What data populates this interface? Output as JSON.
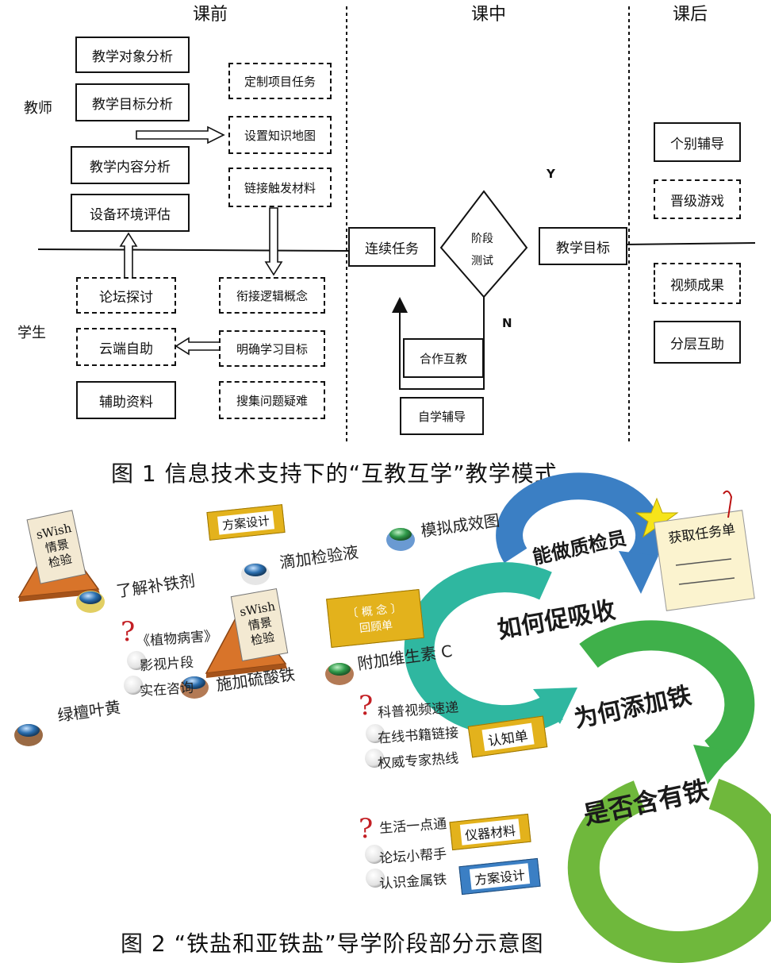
{
  "fig1": {
    "headers": {
      "pre": "课前",
      "in": "课中",
      "post": "课后"
    },
    "roles": {
      "teacher": "教师",
      "student": "学生"
    },
    "teacher_boxes": [
      "教学对象分析",
      "教学目标分析",
      "教学内容分析",
      "设备环境评估"
    ],
    "teacher_dashed": [
      "定制项目任务",
      "设置知识地图",
      "链接触发材料"
    ],
    "student_left": [
      "论坛探讨",
      "云端自助",
      "辅助资料"
    ],
    "student_right": [
      "衔接逻辑概念",
      "明确学习目标",
      "搜集问题疑难"
    ],
    "in_class": {
      "continuous_task": "连续任务",
      "diamond_line1": "阶段",
      "diamond_line2": "测试",
      "goal": "教学目标",
      "yes": "Y",
      "no": "N",
      "cooperate": "合作互教",
      "self_guide": "自学辅导"
    },
    "post_class": [
      "个别辅导",
      "晋级游戏",
      "视频成果",
      "分层互助"
    ],
    "caption": "图 1  信息技术支持下的“互教互学”教学模式"
  },
  "fig2": {
    "swish1": [
      "sWish",
      "情景",
      "检验"
    ],
    "swish2": [
      "sWish",
      "情景",
      "检验"
    ],
    "plan_card_top": "方案设计",
    "steps": {
      "learn_iron": "了解补铁剂",
      "add_reagent": "滴加检验液",
      "simulate": "模拟成效图",
      "green_leaf": "绿檀叶黄",
      "ferrous_sulfate": "施加硫酸铁",
      "vitamin_c": "附加维生素 C"
    },
    "concept_card": {
      "top": "〔 概 念 〕",
      "bottom": "回顾单"
    },
    "task_card": "获取任务单",
    "list1": [
      "《植物病害》",
      "影视片段",
      "实在咨询"
    ],
    "list2": [
      "科普视频速递",
      "在线书籍链接",
      "权威专家热线"
    ],
    "list3": [
      "生活一点通",
      "论坛小帮手",
      "认识金属铁"
    ],
    "cognition_card": "认知单",
    "instrument_card": "仪器材料",
    "plan_card_bottom": "方案设计",
    "rings": [
      "能做质检员",
      "如何促吸收",
      "为何添加铁",
      "是否含有铁"
    ],
    "caption": "图 2  “铁盐和亚铁盐”导学阶段部分示意图",
    "colors": {
      "ring1": "#3b7fc4",
      "ring2": "#2fb7a0",
      "ring3": "#3fb04a",
      "ring4": "#6fb83c",
      "gold": "#e3b21c"
    }
  }
}
